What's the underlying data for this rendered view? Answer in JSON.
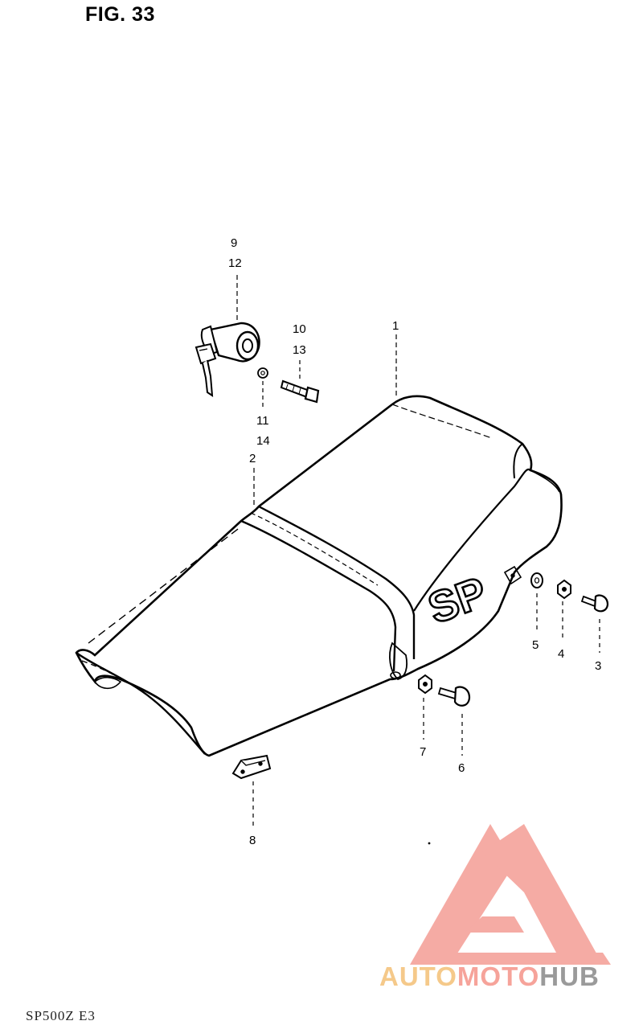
{
  "figure": {
    "title": "FIG. 33",
    "footer": "SP500Z E3"
  },
  "callouts": [
    {
      "id": "1",
      "label": "1"
    },
    {
      "id": "2",
      "label": "2"
    },
    {
      "id": "3",
      "label": "3"
    },
    {
      "id": "4",
      "label": "4"
    },
    {
      "id": "5",
      "label": "5"
    },
    {
      "id": "6",
      "label": "6"
    },
    {
      "id": "7",
      "label": "7"
    },
    {
      "id": "8",
      "label": "8"
    },
    {
      "id": "9",
      "label": "9"
    },
    {
      "id": "10",
      "label": "10"
    },
    {
      "id": "11",
      "label": "11"
    },
    {
      "id": "12",
      "label": "12"
    },
    {
      "id": "13",
      "label": "13"
    },
    {
      "id": "14",
      "label": "14"
    }
  ],
  "seat": {
    "emblem": "SP"
  },
  "watermark": {
    "part1": "AUTO",
    "part2": "MOTO",
    "part3": "HUB",
    "colors": {
      "auto": "#f5c98a",
      "moto": "#f6a39a",
      "hub": "#9a9a9a",
      "logo": "#f4a29b"
    }
  }
}
